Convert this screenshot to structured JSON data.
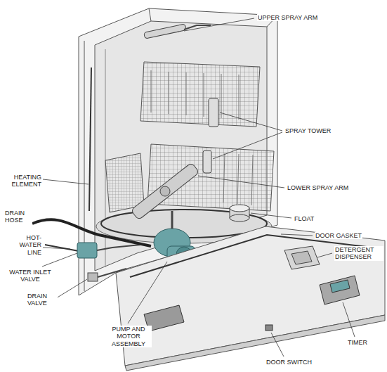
{
  "diagram": {
    "labels": [
      "UPPER SPRAY ARM",
      "SPRAY TOWER",
      "HEATING ELEMENT",
      "LOWER SPRAY ARM",
      "DRAIN HOSE",
      "FLOAT",
      "HOT-WATER LINE",
      "DOOR GASKET",
      "DETERGENT DISPENSER",
      "WATER INLET VALVE",
      "DRAIN VALVE",
      "PUMP AND MOTOR ASSEMBLY",
      "DOOR SWITCH",
      "TIMER"
    ]
  }
}
